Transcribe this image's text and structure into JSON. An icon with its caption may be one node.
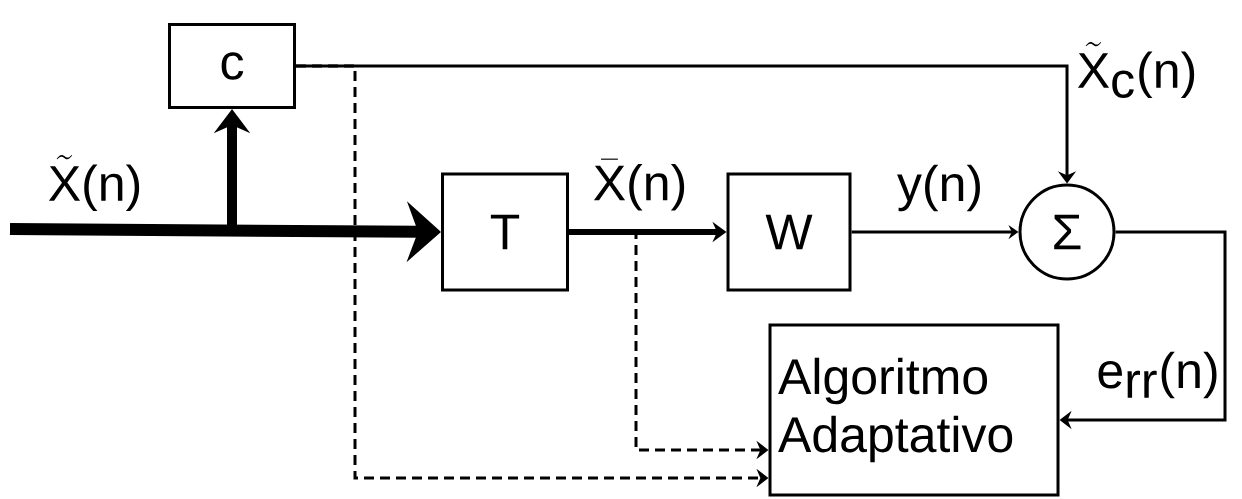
{
  "diagram": {
    "nodes": [
      {
        "text": [
          "c"
        ]
      },
      {
        "text": [
          "T"
        ]
      },
      {
        "text": [
          "W"
        ]
      },
      {
        "text": [
          "Σ"
        ]
      },
      {
        "text": [
          "Algoritmo Adaptativo"
        ]
      }
    ],
    "edges": [
      {
        "from": null,
        "to": 1,
        "arrow": "to",
        "style": "thick",
        "label": "\\tilde{\\mbox{X}}\\mbox{(n)}"
      },
      {
        "from": null,
        "to": 0,
        "arrow": "to",
        "style": "thick"
      },
      {
        "from": 1,
        "to": 2,
        "arrow": "to",
        "style": "thick",
        "label": "\\bar{\\mbox{X}}\\mbox{(n)}"
      },
      {
        "from": 2,
        "to": 3,
        "arrow": "to",
        "label": "\\mbox{y(n)}"
      },
      {
        "from": 0,
        "to": 3,
        "arrow": "to",
        "label": "\\tilde{\\mbox{X}}_{\\mbox{c}}\\mbox{(n)}"
      },
      {
        "from": 3,
        "to": 4,
        "arrow": "to",
        "label": "\\mbox{e}_{\\mbox{rr}}\\mbox{(n)}"
      },
      {
        "from": 1,
        "to": 4,
        "arrow": "to",
        "style": "dashed"
      },
      {
        "from": 0,
        "to": 4,
        "arrow": "to",
        "style": "dashed"
      }
    ]
  }
}
